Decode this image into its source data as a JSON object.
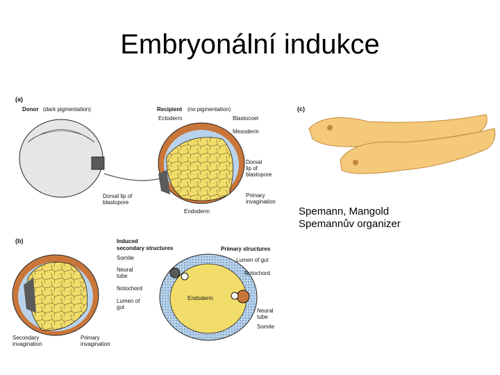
{
  "title": "Embryonální indukce",
  "caption": [
    "Spemann, Mangold",
    "Spemannův organizer"
  ],
  "panels": {
    "a": {
      "tag": "(a)",
      "donor_label": "Donor",
      "donor_note": "(dark pigmentation)",
      "recipient_label": "Recipient",
      "recipient_note": "(no pigmentation)",
      "ectoderm": "Ectoderm",
      "blastocoel": "Blastocoel",
      "mesoderm": "Mesoderm",
      "dorsal_lip": [
        "Dorsal",
        "lip of",
        "blastopore"
      ],
      "donor_dorsal_lip": [
        "Dorsal lip of",
        "blastopore"
      ],
      "primary_invagination": [
        "Primary",
        "invagination"
      ],
      "endoderm": "Endoderm"
    },
    "b": {
      "tag": "(b)",
      "induced": [
        "Induced",
        "secondary structures"
      ],
      "primary_structures": "Primary structures",
      "somite_left": "Somite",
      "neural_tube_left": [
        "Neural",
        "tube"
      ],
      "notochord_left": "Notochord",
      "lumen_left": [
        "Lumen of",
        "gut"
      ],
      "secondary_invagination": [
        "Secondary",
        "invagination"
      ],
      "primary_invagination": [
        "Primary",
        "invagination"
      ],
      "lumen_right": "Lumen of gut",
      "notochord_right": "Notochord",
      "endoderm": "Endoderm",
      "neural_tube_right": [
        "Neural",
        "tube"
      ],
      "somite_right": "Somite"
    },
    "c": {
      "tag": "(c)"
    }
  },
  "colors": {
    "yolk": "#f3dd6a",
    "ectoderm": "#c9763a",
    "mesoderm": "#b9d3ec",
    "donor": "#5a5a5a",
    "donor_gray": "#e6e6e6",
    "tadpole": "#f5c97a",
    "outline": "#222222"
  }
}
